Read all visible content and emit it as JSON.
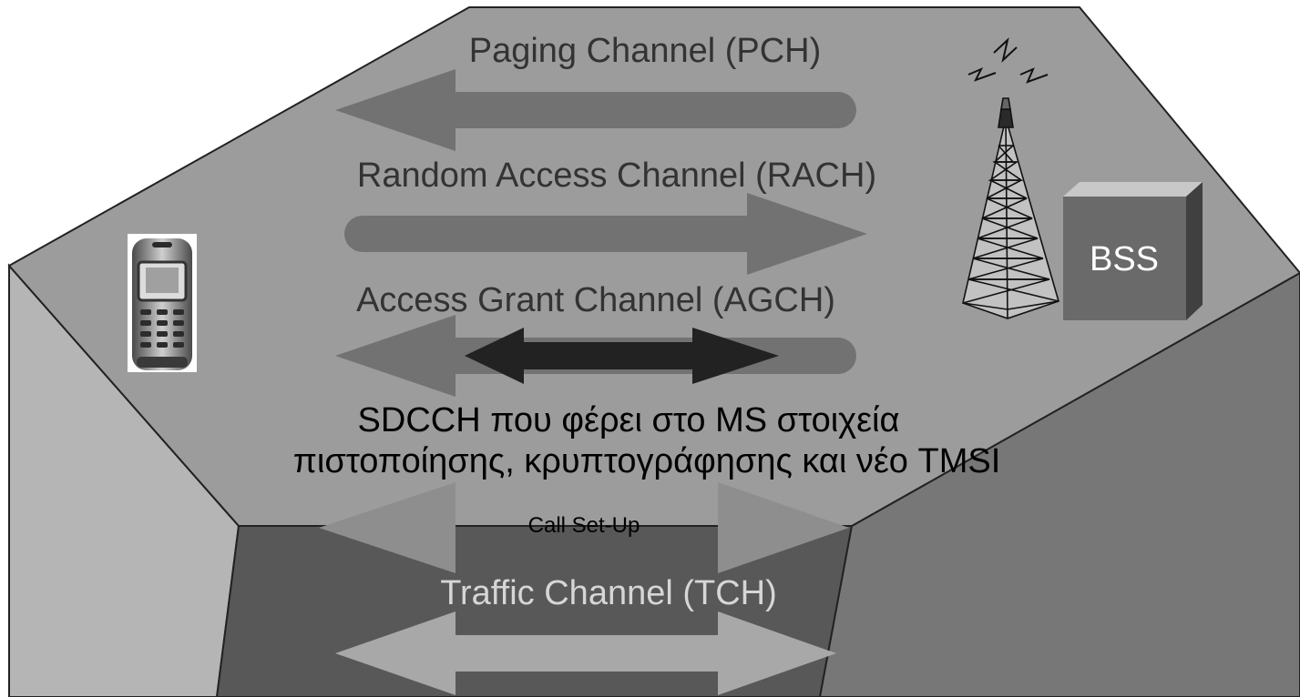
{
  "labels": {
    "paging": "Paging Channel (PCH)",
    "rach": "Random Access Channel (RACH)",
    "agch": "Access Grant Channel (AGCH)",
    "sdcch_line1": "SDCCH που φέρει στο MS στοιχεία",
    "sdcch_line2": "πιστοποίησης, κρυπτογράφησης και νέο TMSI",
    "call_setup": "Call Set-Up",
    "tch": "Traffic Channel (TCH)",
    "bss": "BSS"
  },
  "colors": {
    "platform_top": "#9c9c9c",
    "platform_left": "#b5b5b5",
    "platform_front": "#585858",
    "platform_right": "#777777",
    "channel_arrow": "#727272",
    "sdcch_arrow": "#222222",
    "call_setup_arrow": "#8e8e8e",
    "tch_arrow": "#a8a8a8",
    "bss_front": "#6a6a6a",
    "bss_top": "#c8c8c8",
    "bss_side": "#404040"
  },
  "icons": {
    "mobile": "mobile-phone-icon",
    "tower": "antenna-tower-icon",
    "signal": "radio-signal-icon"
  }
}
